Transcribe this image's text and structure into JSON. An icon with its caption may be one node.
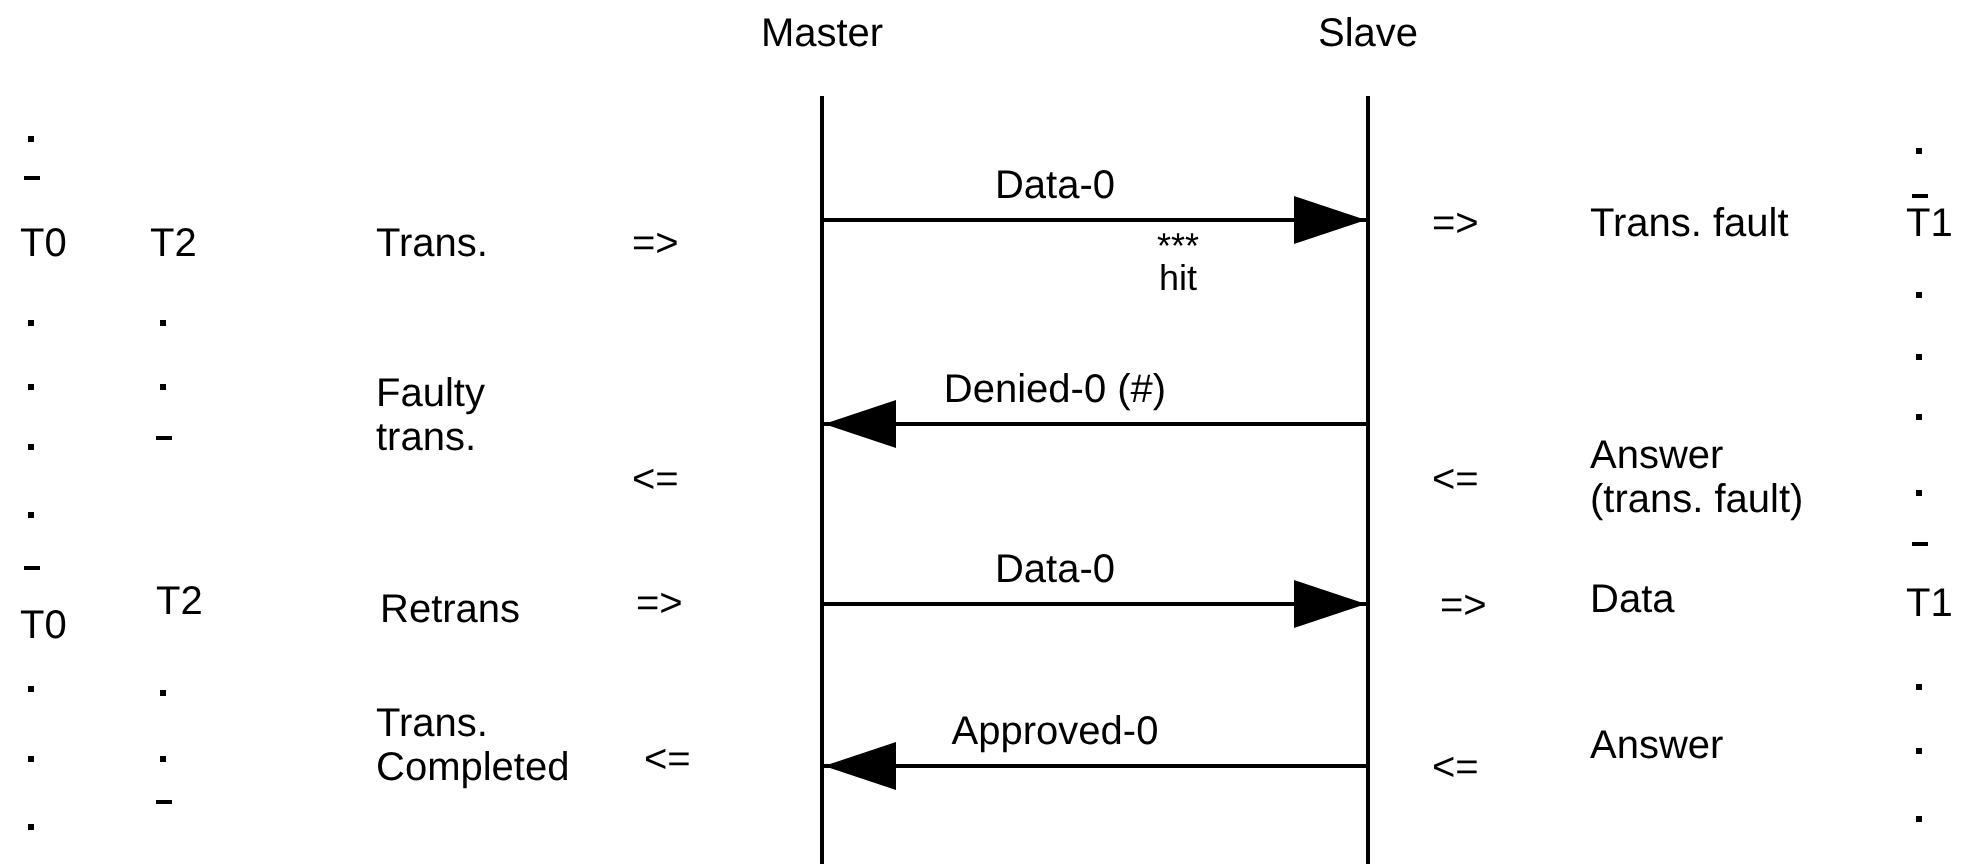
{
  "diagram": {
    "nodes": [
      {
        "text": [
          "Master"
        ]
      },
      {
        "text": [
          "Slave"
        ]
      }
    ],
    "edges": [
      {
        "from": 0,
        "to": 1,
        "arrow": "to",
        "label": "Data-0"
      },
      {
        "from": 1,
        "to": 0,
        "arrow": "to",
        "label": "Denied-0 (#)"
      },
      {
        "from": 0,
        "to": 1,
        "arrow": "to",
        "label": "Data-0"
      },
      {
        "from": 1,
        "to": 0,
        "arrow": "to",
        "label": "Approved-0"
      }
    ],
    "labels": [
      "T0",
      "T2",
      "Trans.",
      "=>",
      "=>",
      "Trans. fault",
      "T1",
      "*** hit",
      "Faulty trans.",
      "<=",
      "<=",
      "Answer (trans. fault)",
      "T0",
      "T2",
      "Retrans",
      "=>",
      "=>",
      "Data",
      "T1",
      "Trans. Completed",
      "<=",
      "<=",
      "Answer"
    ]
  }
}
